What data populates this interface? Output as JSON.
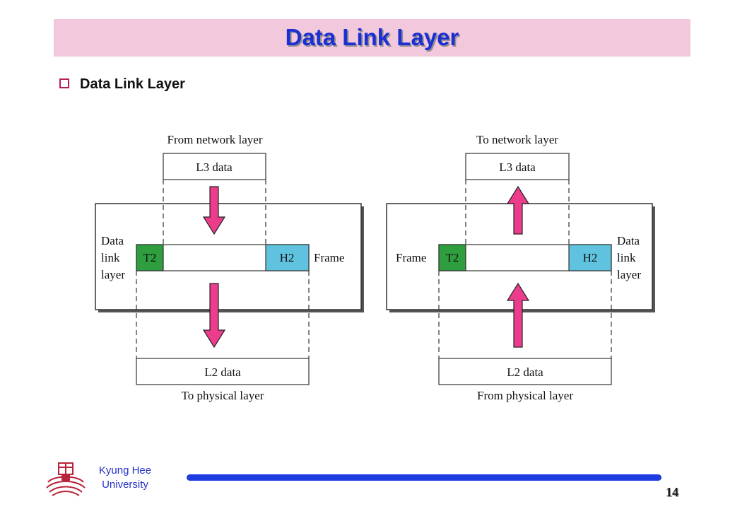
{
  "slide": {
    "title": "Data Link Layer",
    "bullet": "Data Link Layer",
    "page_number": "14"
  },
  "footer": {
    "university_line1": "Kyung Hee",
    "university_line2": "University"
  },
  "diagram": {
    "sender": {
      "top_label": "From network layer",
      "top_box": "L3 data",
      "layer_label_line1": "Data",
      "layer_label_line2": "link",
      "layer_label_line3": "layer",
      "trailer": "T2",
      "header": "H2",
      "frame_label": "Frame",
      "bottom_box": "L2 data",
      "bottom_label": "To physical layer"
    },
    "receiver": {
      "top_label": "To network layer",
      "top_box": "L3 data",
      "layer_label_line1": "Data",
      "layer_label_line2": "link",
      "layer_label_line3": "layer",
      "trailer": "T2",
      "header": "H2",
      "frame_label": "Frame",
      "bottom_box": "L2 data",
      "bottom_label": "From physical layer"
    },
    "colors": {
      "trailer": "#2e9e3e",
      "header": "#5fc3e0",
      "arrow": "#ec3d8c"
    }
  }
}
